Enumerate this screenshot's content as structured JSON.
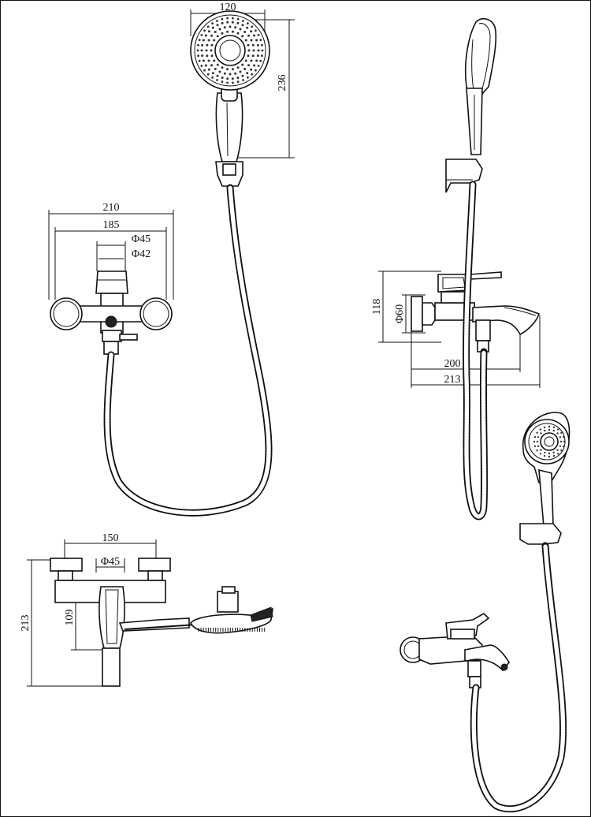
{
  "views": {
    "showerhead_front": {
      "width_label": "120",
      "height_label": "236"
    },
    "mixer_front": {
      "overall_width_label": "210",
      "center_distance_label": "185",
      "outer_diameter_label": "Φ45",
      "inner_diameter_label": "Φ42"
    },
    "mixer_side": {
      "height_label": "118",
      "flange_diameter_label": "Φ60",
      "spout_reach_label": "200",
      "overall_depth_label": "213"
    },
    "mixer_top": {
      "center_distance_label": "150",
      "diameter_label": "Φ45",
      "total_label": "213",
      "body_label": "109"
    }
  }
}
